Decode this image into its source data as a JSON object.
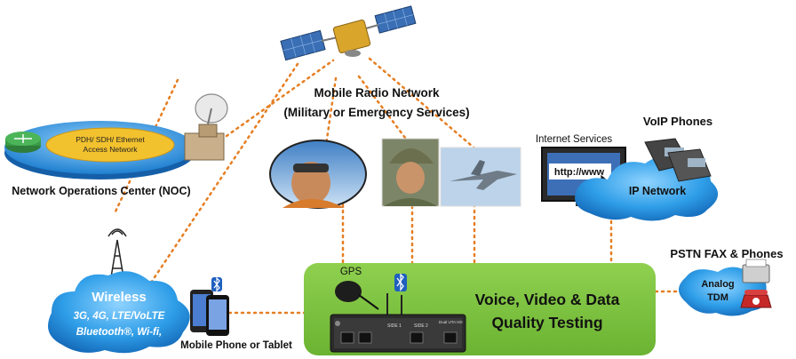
{
  "satellite": {
    "title": "Mobile Radio Network",
    "subtitle": "(Military or Emergency Services)"
  },
  "noc": {
    "ring_label_line1": "PDH/ SDH/ Ethernet",
    "ring_label_line2": "Access Network",
    "caption": "Network Operations Center (NOC)"
  },
  "internet": {
    "label": "Internet Services",
    "url_text": "http://www"
  },
  "voip": {
    "title": "VoIP Phones",
    "cloud_label": "IP Network"
  },
  "pstn": {
    "title": "PSTN FAX & Phones",
    "cloud_line1": "Analog",
    "cloud_line2": "TDM"
  },
  "wireless": {
    "title": "Wireless",
    "line1": "3G, 4G, LTE/VoLTE",
    "line2": "Bluetooth®, Wi-fi,"
  },
  "mobile": {
    "caption": "Mobile Phone or Tablet"
  },
  "center": {
    "gps_label": "GPS",
    "line1": "Voice, Video & Data",
    "line2": "Quality Testing"
  },
  "device": {
    "side1": "SIDE 1",
    "side2": "SIDE 2",
    "brand": "Dual UTA HD"
  },
  "colors": {
    "link": "#e67e22",
    "green_box": "#7cc142",
    "cloud": "#1f8fd6",
    "ring": "#1e88d8",
    "ring_core": "#f2c12e"
  }
}
